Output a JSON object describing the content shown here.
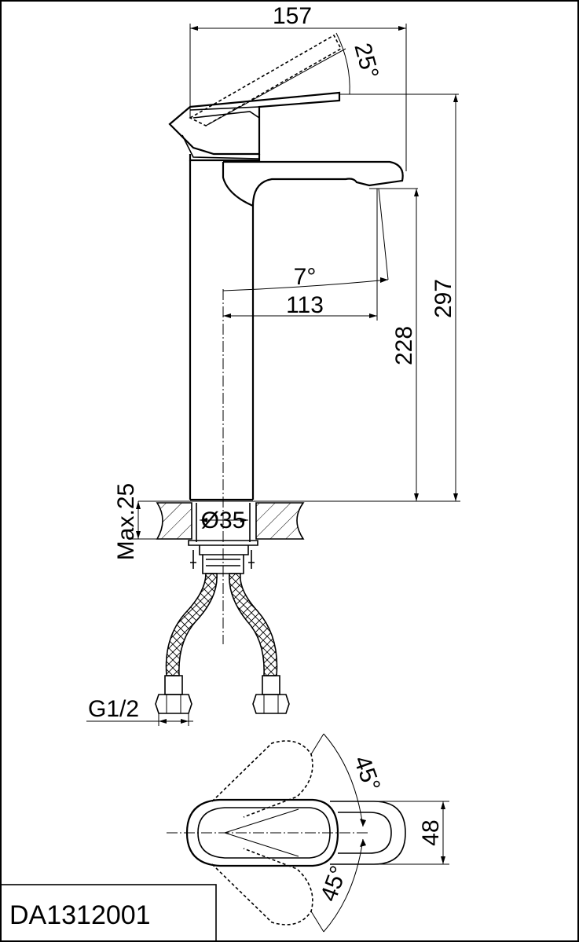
{
  "drawing": {
    "model_code": "DA1312001"
  },
  "dimensions": {
    "overall_width": "157",
    "lever_angle": "25°",
    "overall_height": "297",
    "spout_height": "228",
    "spout_tilt": "7°",
    "spout_reach": "113",
    "max_counter_thickness": "Max.25",
    "hole_diameter": "Ø35",
    "connection_thread": "G1/2",
    "rotation_angle_top": "45°",
    "rotation_angle_bottom": "45°",
    "body_depth": "48"
  },
  "colors": {
    "line": "#000000",
    "background": "#ffffff"
  }
}
